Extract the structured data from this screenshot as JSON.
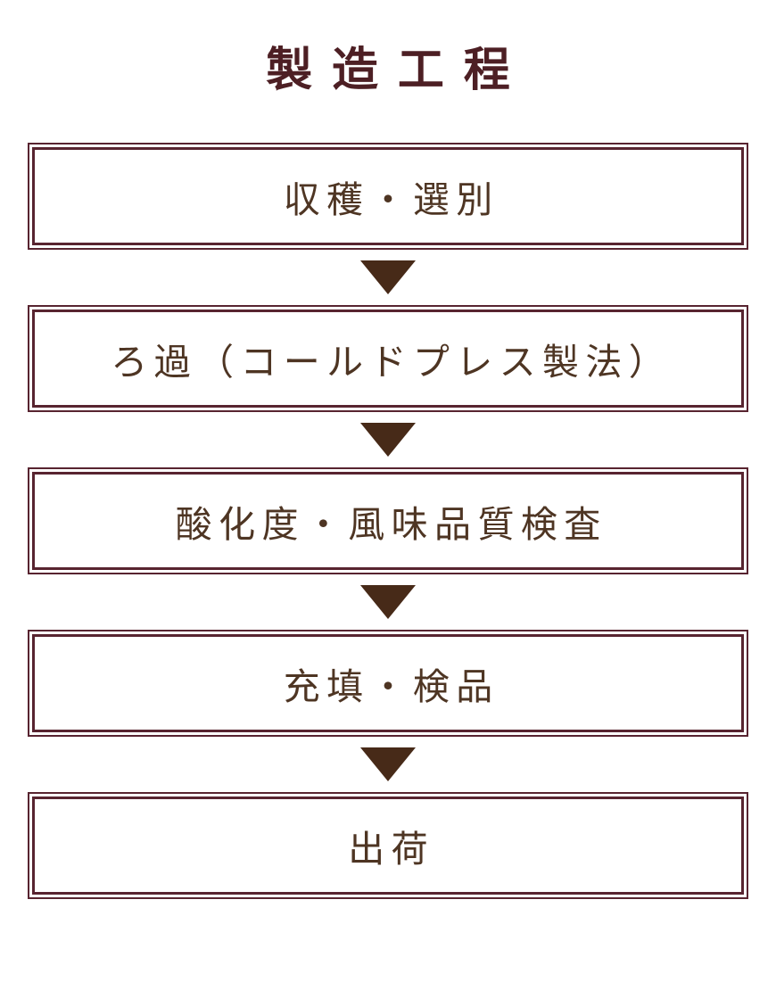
{
  "page": {
    "title": "製造工程"
  },
  "colors": {
    "border": "#582430",
    "title_text": "#4d1f24",
    "step_text": "#4e3523",
    "arrow": "#472a18",
    "background": "#ffffff"
  },
  "icons": {
    "down_arrow": "▼"
  },
  "flow": {
    "steps": [
      {
        "label": "収穫・選別"
      },
      {
        "label": "ろ過（コールドプレス製法）"
      },
      {
        "label": "酸化度・風味品質検査"
      },
      {
        "label": "充填・検品"
      },
      {
        "label": "出荷"
      }
    ]
  }
}
